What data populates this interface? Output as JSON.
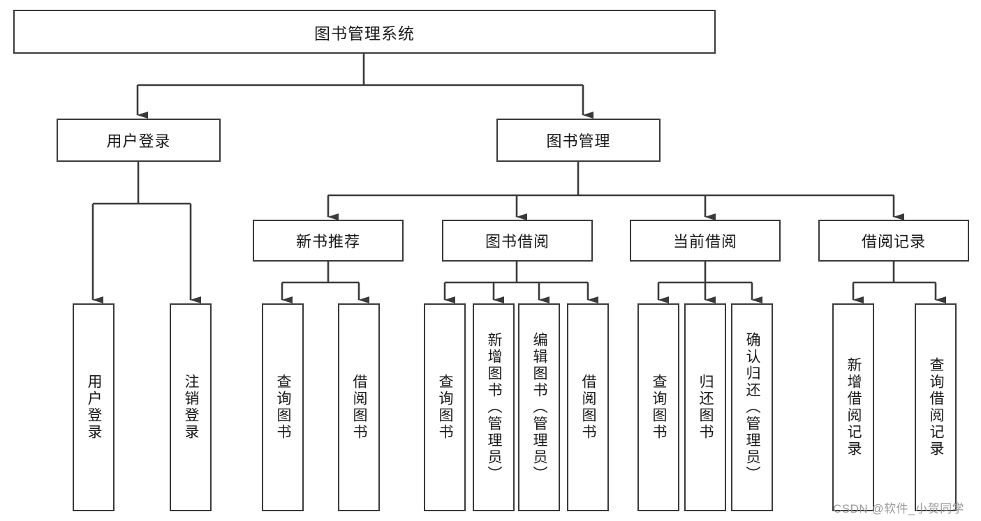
{
  "diagram": {
    "type": "tree",
    "title": "图书管理系统",
    "orientation": "top-down",
    "theme": {
      "box_border": "#3a3a3a",
      "box_fill": "#ffffff",
      "line": "#3a3a3a",
      "text": "#1a1a1a",
      "background": "#ffffff",
      "watermark": "#9a9a9a"
    },
    "root": {
      "label": "图书管理系统"
    },
    "level2": [
      {
        "label": "用户登录"
      },
      {
        "label": "图书管理"
      }
    ],
    "level3": [
      {
        "label": "新书推荐"
      },
      {
        "label": "图书借阅"
      },
      {
        "label": "当前借阅"
      },
      {
        "label": "借阅记录"
      }
    ],
    "leaves": {
      "user_login": [
        {
          "label": "用户登录"
        },
        {
          "label": "注销登录"
        }
      ],
      "new_book_recommend": [
        {
          "label": "查询图书"
        },
        {
          "label": "借阅图书"
        }
      ],
      "book_borrow": [
        {
          "label": "查询图书"
        },
        {
          "label": "新增图书（管理员）"
        },
        {
          "label": "编辑图书（管理员）"
        },
        {
          "label": "借阅图书"
        }
      ],
      "current_borrow": [
        {
          "label": "查询图书"
        },
        {
          "label": "归还图书"
        },
        {
          "label": "确认归还（管理员）"
        }
      ],
      "borrow_record": [
        {
          "label": "新增借阅记录"
        },
        {
          "label": "查询借阅记录"
        }
      ]
    }
  },
  "watermark": {
    "text": "CSDN @软件_小贺同学"
  }
}
